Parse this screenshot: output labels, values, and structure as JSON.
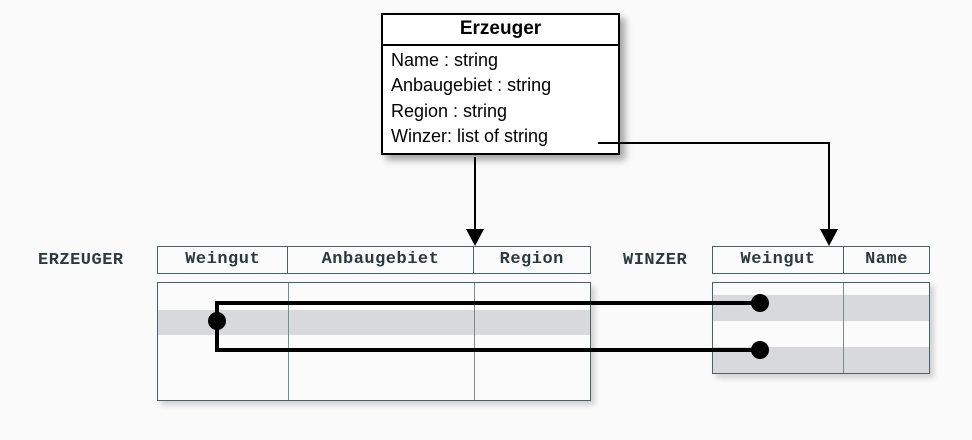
{
  "diagram": {
    "uml_class": {
      "title": "Erzeuger",
      "attributes": [
        "Name : string",
        "Anbaugebiet : string",
        "Region : string",
        "Winzer: list of string"
      ]
    },
    "tables": [
      {
        "name": "ERZEUGER",
        "columns": [
          "Weingut",
          "Anbaugebiet",
          "Region"
        ],
        "row_count": 4,
        "shaded_rows": [
          2
        ],
        "rows": [
          [
            "",
            "",
            ""
          ],
          [
            "",
            "",
            ""
          ],
          [
            "",
            "",
            ""
          ],
          [
            "",
            "",
            ""
          ]
        ]
      },
      {
        "name": "WINZER",
        "columns": [
          "Weingut",
          "Name"
        ],
        "row_count": 4,
        "shaded_rows": [
          2,
          4
        ],
        "rows": [
          [
            "",
            ""
          ],
          [
            "",
            ""
          ],
          [
            "",
            ""
          ],
          [
            "",
            ""
          ]
        ]
      }
    ],
    "connectors": [
      {
        "id": "winzer-attr-to-winzer-table",
        "from": "uml-attribute-winzer",
        "to": "winzer-table-column-weingut",
        "style": "elbow-arrow"
      },
      {
        "id": "class-to-erzeuger-table",
        "from": "uml-class-erzeuger",
        "to": "erzeuger-table-column-anbaugebiet",
        "style": "straight-arrow"
      },
      {
        "id": "erzeuger-row2-to-winzer-row2",
        "from": "erzeuger-row-2",
        "to": "winzer-row-2",
        "style": "dot-link"
      },
      {
        "id": "erzeuger-row2-to-winzer-row4",
        "from": "erzeuger-row-2",
        "to": "winzer-row-4",
        "style": "dot-link"
      }
    ],
    "colors": {
      "background": "#fafafa",
      "class_border": "#000000",
      "table_border": "#4e6066",
      "row_shade": "#d8d9dd",
      "label_text": "#2b3a42",
      "connector": "#000000"
    }
  }
}
